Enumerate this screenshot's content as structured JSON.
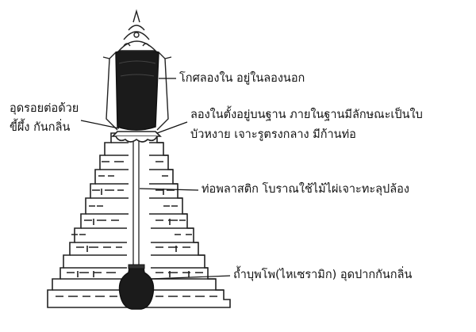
{
  "labels": {
    "inner_urn": "โกศลองใน อยู่ในลองนอก",
    "seal_line1": "อุดรอยต่อด้วย",
    "seal_line2": "ขี้ผึ้ง กันกลิ่น",
    "base_line1": "ลองในตั้งอยู่บนฐาน ภายในฐานมีลักษณะเป็นใบ",
    "base_line2": "บัวหงาย เจาะรูตรงกลาง มีก้านท่อ",
    "pipe": "ท่อพลาสติก โบราณใช้ไม้ไผ่เจาะทะลุปล้อง",
    "jar": "ถ้ำบุพโพ(ไหเซรามิก) อุดปากกันกลิ่น"
  },
  "colors": {
    "ink": "#111111",
    "urn_fill": "#1b1b1b",
    "paper": "#ffffff"
  }
}
